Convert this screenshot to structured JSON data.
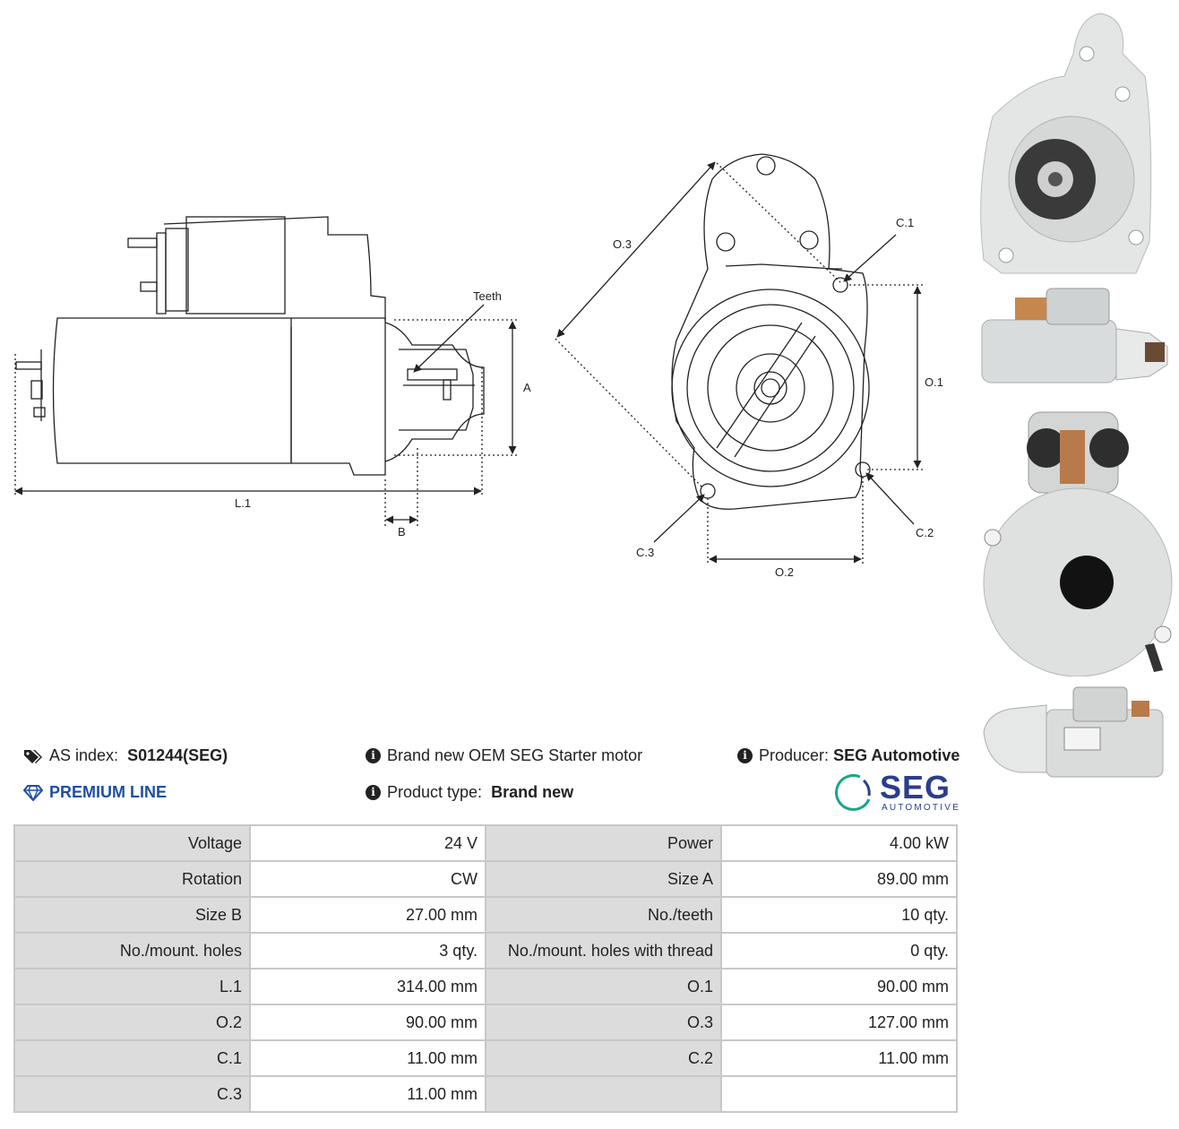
{
  "drawing": {
    "labels": {
      "teeth": "Teeth",
      "a": "A",
      "b": "B",
      "l1": "L.1",
      "o1": "O.1",
      "o2": "O.2",
      "o3": "O.3",
      "c1": "C.1",
      "c2": "C.2",
      "c3": "C.3"
    }
  },
  "info": {
    "as_index_label": "AS index:",
    "as_index_value": "S01244(SEG)",
    "premium_line": "PREMIUM LINE",
    "description": "Brand new OEM SEG Starter motor",
    "product_type_label": "Product type:",
    "product_type_value": "Brand new",
    "producer_label": "Producer:",
    "producer_value": "SEG Automotive"
  },
  "logo": {
    "wordmark": "SEG",
    "subtitle": "AUTOMOTIVE",
    "ring_color": "#1aa58a",
    "text_color": "#2b3e8c"
  },
  "specs": {
    "rows": [
      {
        "l1": "Voltage",
        "v1": "24 V",
        "l2": "Power",
        "v2": "4.00 kW"
      },
      {
        "l1": "Rotation",
        "v1": "CW",
        "l2": "Size A",
        "v2": "89.00 mm"
      },
      {
        "l1": "Size B",
        "v1": "27.00 mm",
        "l2": "No./teeth",
        "v2": "10 qty."
      },
      {
        "l1": "No./mount. holes",
        "v1": "3 qty.",
        "l2": "No./mount. holes with thread",
        "v2": "0 qty."
      },
      {
        "l1": "L.1",
        "v1": "314.00 mm",
        "l2": "O.1",
        "v2": "90.00 mm"
      },
      {
        "l1": "O.2",
        "v1": "90.00 mm",
        "l2": "O.3",
        "v2": "127.00 mm"
      },
      {
        "l1": "C.1",
        "v1": "11.00 mm",
        "l2": "C.2",
        "v2": "11.00 mm"
      },
      {
        "l1": "C.3",
        "v1": "11.00 mm",
        "l2": "",
        "v2": ""
      }
    ]
  },
  "colors": {
    "premium": "#1f4fa0",
    "label_cell_bg": "#dcdcdc",
    "table_border": "#c8c8c8"
  }
}
